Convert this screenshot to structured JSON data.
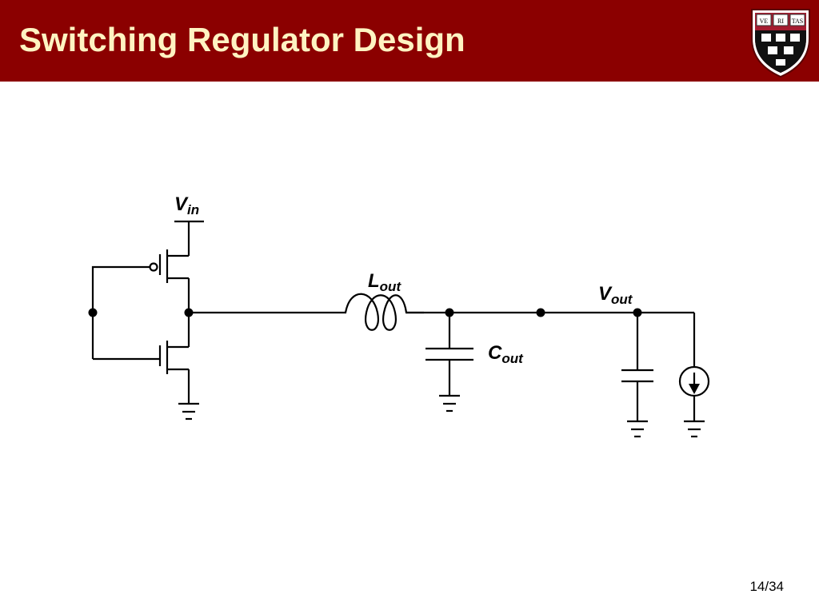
{
  "slide": {
    "title": "Switching Regulator Design",
    "page_number": "14/34",
    "header_color": "#8b0000",
    "title_color": "#fff3c2"
  },
  "logo": {
    "icon": "harvard-shield-icon",
    "text": "VE RI TAS"
  },
  "diagram": {
    "vin": {
      "main": "V",
      "sub": "in"
    },
    "lout": {
      "main": "L",
      "sub": "out"
    },
    "cout": {
      "main": "C",
      "sub": "out"
    },
    "vout": {
      "main": "V",
      "sub": "out"
    }
  }
}
